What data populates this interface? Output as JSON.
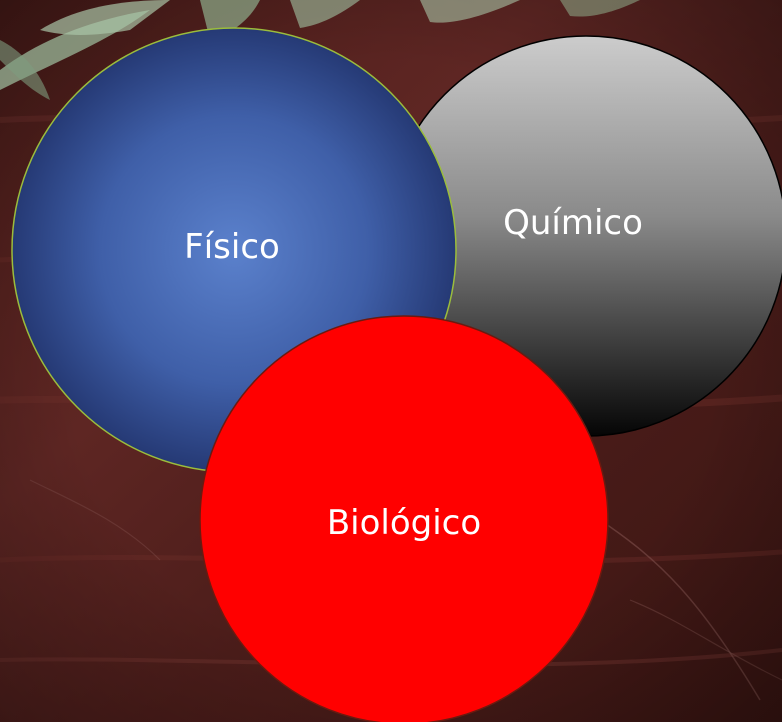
{
  "background": {
    "description_colors": {
      "wood_dark": "#3a1512",
      "wood_mid": "#5e2623",
      "wood_light": "#7a3a34",
      "leaf": "#9bb89a"
    }
  },
  "diagram": {
    "circles": [
      {
        "id": "quimico",
        "label": "Químico",
        "label_color": "#ffffff",
        "fill_top": "#c9c9c9",
        "fill_bottom": "#0a0a0a",
        "stroke": "#000000"
      },
      {
        "id": "fisico",
        "label": "Físico",
        "label_color": "#ffffff",
        "fill_center": "#5a7fc9",
        "fill_edge": "#22356e",
        "stroke": "#9bbd3c"
      },
      {
        "id": "biologico",
        "label": "Biológico",
        "label_color": "#ffffff",
        "fill": "#ff0000",
        "stroke": "#6b1a10"
      }
    ]
  }
}
